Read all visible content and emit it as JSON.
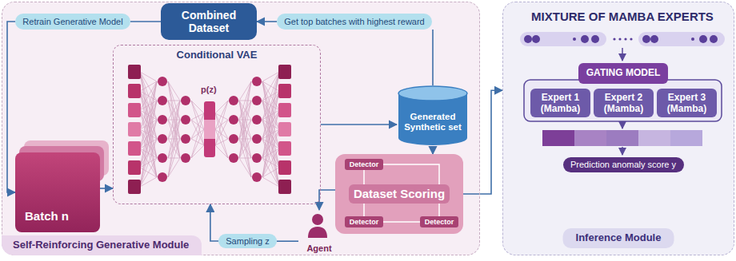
{
  "diagram": {
    "nodes": [
      {
        "text": [
          "Self-Reinforcing Generative Module"
        ]
      },
      {
        "text": [
          "Combined Dataset"
        ],
        "in": 0
      },
      {
        "text": [
          "Retrain Generative Model"
        ],
        "in": 0
      },
      {
        "text": [
          "Get top batches with highest reward"
        ],
        "in": 0
      },
      {
        "text": [
          "Conditional VAE"
        ],
        "in": 0
      },
      {
        "text": [
          "Batch n"
        ],
        "in": 0
      },
      {
        "text": [
          "Generated Synthetic set"
        ],
        "in": 0
      },
      {
        "text": [
          "Dataset Scoring"
        ],
        "in": 0
      },
      {
        "text": [
          "Detector"
        ],
        "in": 7
      },
      {
        "text": [
          "Detector"
        ],
        "in": 7
      },
      {
        "text": [
          "Detector"
        ],
        "in": 7
      },
      {
        "text": [
          "Sampling z"
        ],
        "in": 0
      },
      {
        "text": [
          "Agent"
        ],
        "in": 0
      },
      {
        "text": [
          "Inference Module"
        ]
      },
      {
        "text": [
          "GATING MODEL"
        ],
        "in": 13
      },
      {
        "text": [
          "Expert 1",
          "(Mamba)"
        ],
        "in": 13
      },
      {
        "text": [
          "Expert 2",
          "(Mamba)"
        ],
        "in": 13
      },
      {
        "text": [
          "Expert 3",
          "(Mamba)"
        ],
        "in": 13
      },
      {
        "text": [
          "Prediction anomaly score y"
        ],
        "in": 13
      }
    ],
    "edges": [
      {
        "from": 1,
        "to": 2,
        "arrow": "none"
      },
      {
        "from": 2,
        "to": 5,
        "arrow": "to"
      },
      {
        "from": 5,
        "to": 4,
        "arrow": "to"
      },
      {
        "from": 4,
        "to": 6,
        "arrow": "to"
      },
      {
        "from": 6,
        "to": 3,
        "arrow": "none"
      },
      {
        "from": 3,
        "to": 1,
        "arrow": "to"
      },
      {
        "from": 6,
        "to": 7,
        "arrow": "to"
      },
      {
        "from": 7,
        "to": 12,
        "arrow": "to"
      },
      {
        "from": 12,
        "to": 11,
        "arrow": "none"
      },
      {
        "from": 11,
        "to": 4,
        "arrow": "to"
      },
      {
        "from": 7,
        "to": 13,
        "arrow": "to"
      }
    ],
    "labels": [
      "MIXTURE OF MAMBA EXPERTS",
      "p(z)"
    ]
  }
}
